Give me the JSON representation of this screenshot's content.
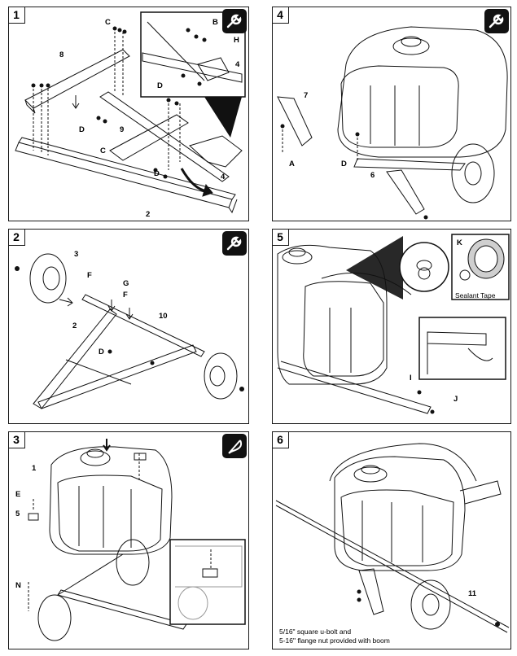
{
  "steps": [
    {
      "number": "1",
      "labels": [
        "C",
        "B",
        "H",
        "8",
        "4",
        "D",
        "9",
        "D",
        "C",
        "D",
        "4",
        "2"
      ],
      "tool_icon": "wrench-icon"
    },
    {
      "number": "2",
      "labels": [
        "3",
        "F",
        "G",
        "F",
        "10",
        "2",
        "D"
      ],
      "tool_icon": "wrench-icon"
    },
    {
      "number": "3",
      "labels": [
        "1",
        "E",
        "5",
        "N"
      ],
      "tool_icon": "feather-icon"
    },
    {
      "number": "4",
      "labels": [
        "7",
        "A",
        "D",
        "6"
      ],
      "tool_icon": "wrench-icon"
    },
    {
      "number": "5",
      "labels": [
        "K",
        "I",
        "J"
      ],
      "tape_label": "Sealant Tape",
      "tool_icon": "none"
    },
    {
      "number": "6",
      "labels": [
        "11"
      ],
      "caption_line1": "5/16\" square u-bolt and",
      "caption_line2": "5-16\" flange nut provided with boom",
      "tool_icon": "none"
    }
  ]
}
